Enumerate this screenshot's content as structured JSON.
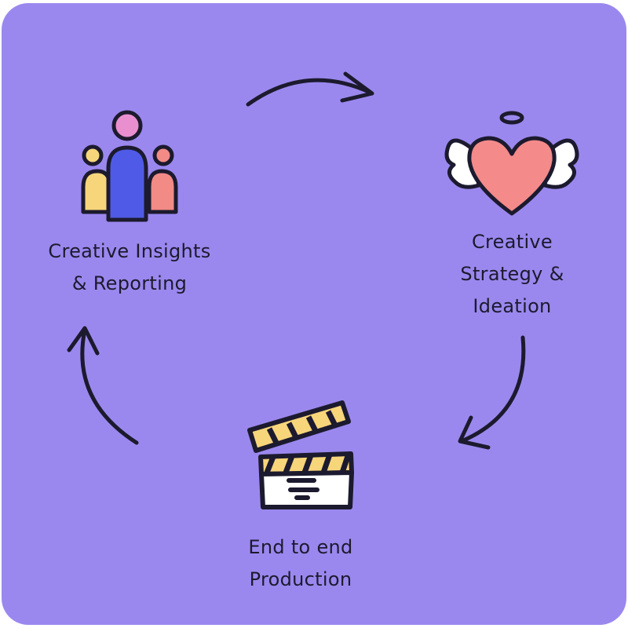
{
  "colors": {
    "background": "#9B88EE",
    "ink": "#1c1a2e",
    "pink": "#E98FD0",
    "blue": "#4F5BE6",
    "yellow": "#F7D57A",
    "salmon": "#F28A86",
    "heart": "#F48A8A"
  },
  "steps": [
    {
      "icon": "people-icon",
      "lines": [
        "Creative Insights",
        "& Reporting"
      ]
    },
    {
      "icon": "winged-heart-icon",
      "lines": [
        "Creative",
        "Strategy &",
        "Ideation"
      ]
    },
    {
      "icon": "clapperboard-icon",
      "lines": [
        "End to end",
        "Production"
      ]
    }
  ]
}
